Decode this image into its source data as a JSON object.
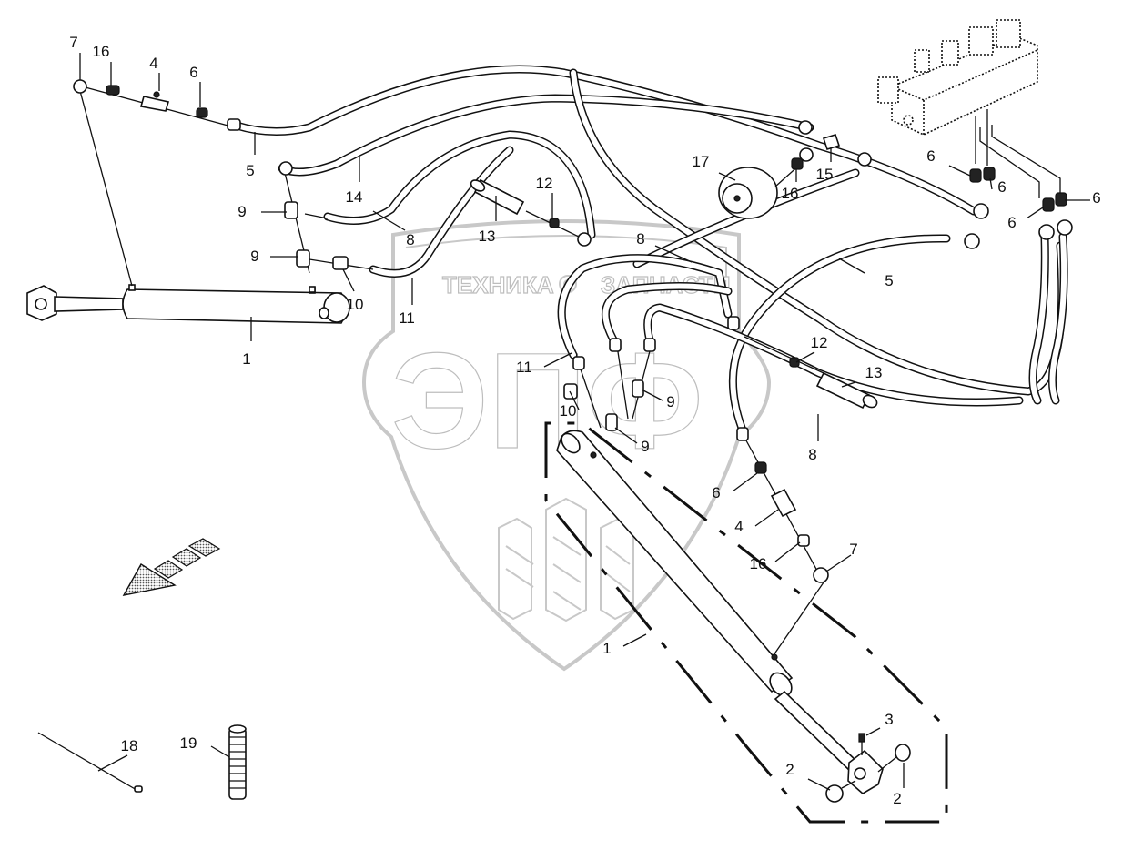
{
  "diagram": {
    "kind": "hydraulic hose / cylinder parts exploded view",
    "watermark": {
      "line1": "ТЕХНИКА",
      "line2": "ЗАПЧАСТИ",
      "emblem": "ЭПФ",
      "color": "#c8c8c8"
    },
    "ink_color": "#111111",
    "direction_arrow": "front-direction-arrow",
    "callouts": [
      {
        "label": "7",
        "part": "elbow-fitting"
      },
      {
        "label": "16",
        "part": "adapter"
      },
      {
        "label": "4",
        "part": "restrictor-valve"
      },
      {
        "label": "6",
        "part": "adapter"
      },
      {
        "label": "5",
        "part": "hose"
      },
      {
        "label": "14",
        "part": "hose"
      },
      {
        "label": "9",
        "part": "tee-fitting"
      },
      {
        "label": "9",
        "part": "tee-fitting"
      },
      {
        "label": "8",
        "part": "hose"
      },
      {
        "label": "10",
        "part": "check-valve"
      },
      {
        "label": "11",
        "part": "hose"
      },
      {
        "label": "1",
        "part": "hydraulic-cylinder"
      },
      {
        "label": "13",
        "part": "plug-cap"
      },
      {
        "label": "12",
        "part": "adapter"
      },
      {
        "label": "8",
        "part": "hose"
      },
      {
        "label": "17",
        "part": "accumulator"
      },
      {
        "label": "16",
        "part": "adapter"
      },
      {
        "label": "15",
        "part": "tee-fitting"
      },
      {
        "label": "6",
        "part": "adapter"
      },
      {
        "label": "6",
        "part": "adapter"
      },
      {
        "label": "6",
        "part": "adapter"
      },
      {
        "label": "6",
        "part": "adapter"
      },
      {
        "label": "5",
        "part": "hose"
      },
      {
        "label": "12",
        "part": "adapter"
      },
      {
        "label": "13",
        "part": "plug-cap"
      },
      {
        "label": "11",
        "part": "hose"
      },
      {
        "label": "9",
        "part": "tee-fitting"
      },
      {
        "label": "10",
        "part": "check-valve"
      },
      {
        "label": "9",
        "part": "tee-fitting"
      },
      {
        "label": "8",
        "part": "hose"
      },
      {
        "label": "6",
        "part": "adapter"
      },
      {
        "label": "4",
        "part": "restrictor-valve"
      },
      {
        "label": "16",
        "part": "adapter"
      },
      {
        "label": "7",
        "part": "elbow-fitting"
      },
      {
        "label": "1",
        "part": "hydraulic-cylinder"
      },
      {
        "label": "3",
        "part": "grease-nipple"
      },
      {
        "label": "2",
        "part": "bushing"
      },
      {
        "label": "2",
        "part": "bushing"
      },
      {
        "label": "18",
        "part": "cable-tie"
      },
      {
        "label": "19",
        "part": "protective-sleeve"
      }
    ]
  }
}
